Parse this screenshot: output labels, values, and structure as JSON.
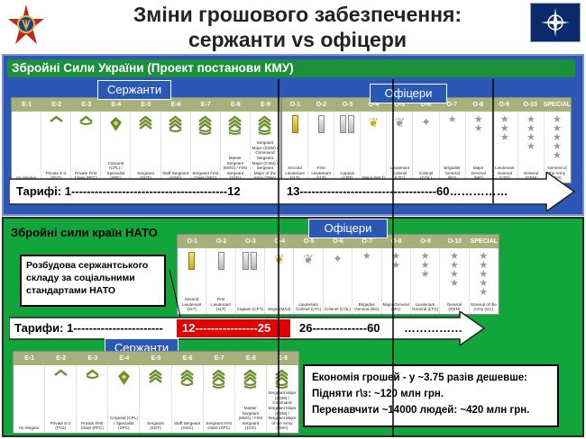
{
  "title": {
    "line1": "Зміни грошового забезпечення:",
    "line2": "сержанти vs офіцери"
  },
  "ukraine": {
    "heading": "Збройні Сили України (Проект постанови КМУ)",
    "sergeants_tag": "Сержанти",
    "officers_tag": "Офіцери",
    "tariffs": "Тарифі: 1----------------------------------------12",
    "tariffs_officers": "13-----------------------------------60……………"
  },
  "nato": {
    "heading": "Збройні сили країн НАТО",
    "officers_tag": "Офіцери",
    "sergeants_tag": "Сержанти",
    "callout": "Розбудова сержантського складу за соціальними стандартами НАТО",
    "tariffs": "Тарифи: 1-----------------------",
    "tariffs_red": "12----------------25",
    "tariffs_officers": "26--------------60",
    "tariffs_dots": "……………",
    "savings": {
      "line1": "Економія грошей - у ~3.75 разів дешевше:",
      "line2": "Підняти г\\з:  ~120 млн грн.",
      "line3": "Перенавчити ~14000 людей: ~420 млн грн."
    }
  },
  "enlisted_ranks": [
    "E-1",
    "E-2",
    "E-3",
    "E-4",
    "E-5",
    "E-6",
    "E-7",
    "E-8",
    "E-9"
  ],
  "enlisted_names": [
    "no insignia",
    "Private E-2 (PV2)",
    "Private First Class (PFC)",
    "Corporal (CPL) / Specialist (SPC)",
    "Sergeant (SGT)",
    "Staff Sergeant (SSG)",
    "Sergeant First Class (SFC)",
    "Master Sergeant (MSG) / First Sergeant (1SG)",
    "Sergeant Major (SGM) / Command Sergeant Major (CSM) / Sergeant Major of the Army (SMA)"
  ],
  "officer_ranks": [
    "O-1",
    "O-2",
    "O-3",
    "O-4",
    "O-5",
    "O-6",
    "O-7",
    "O-8",
    "O-9",
    "O-10",
    "SPECIAL"
  ],
  "officer_names": [
    "Second Lieutenant (2LT)",
    "First Lieutenant (1LT)",
    "Captain (CPT)",
    "Major (MAJ)",
    "Lieutenant Colonel (LTC)",
    "Colonel (COL)",
    "Brigadier General (BG)",
    "Major General (MG)",
    "Lieutenant General (LTG)",
    "General (GEN)",
    "General of the Army (GA)"
  ],
  "nato_officer_ranks": [
    "O-1",
    "O-2",
    "O-3",
    "O-4",
    "O-5",
    "O-6",
    "O-7",
    "O-8",
    "O-9",
    "O-10",
    "SPECIAL"
  ],
  "colors": {
    "blue": "#2b58b4",
    "green": "#11a53b",
    "red": "#e10000",
    "header_green": "#1b8f3a"
  }
}
